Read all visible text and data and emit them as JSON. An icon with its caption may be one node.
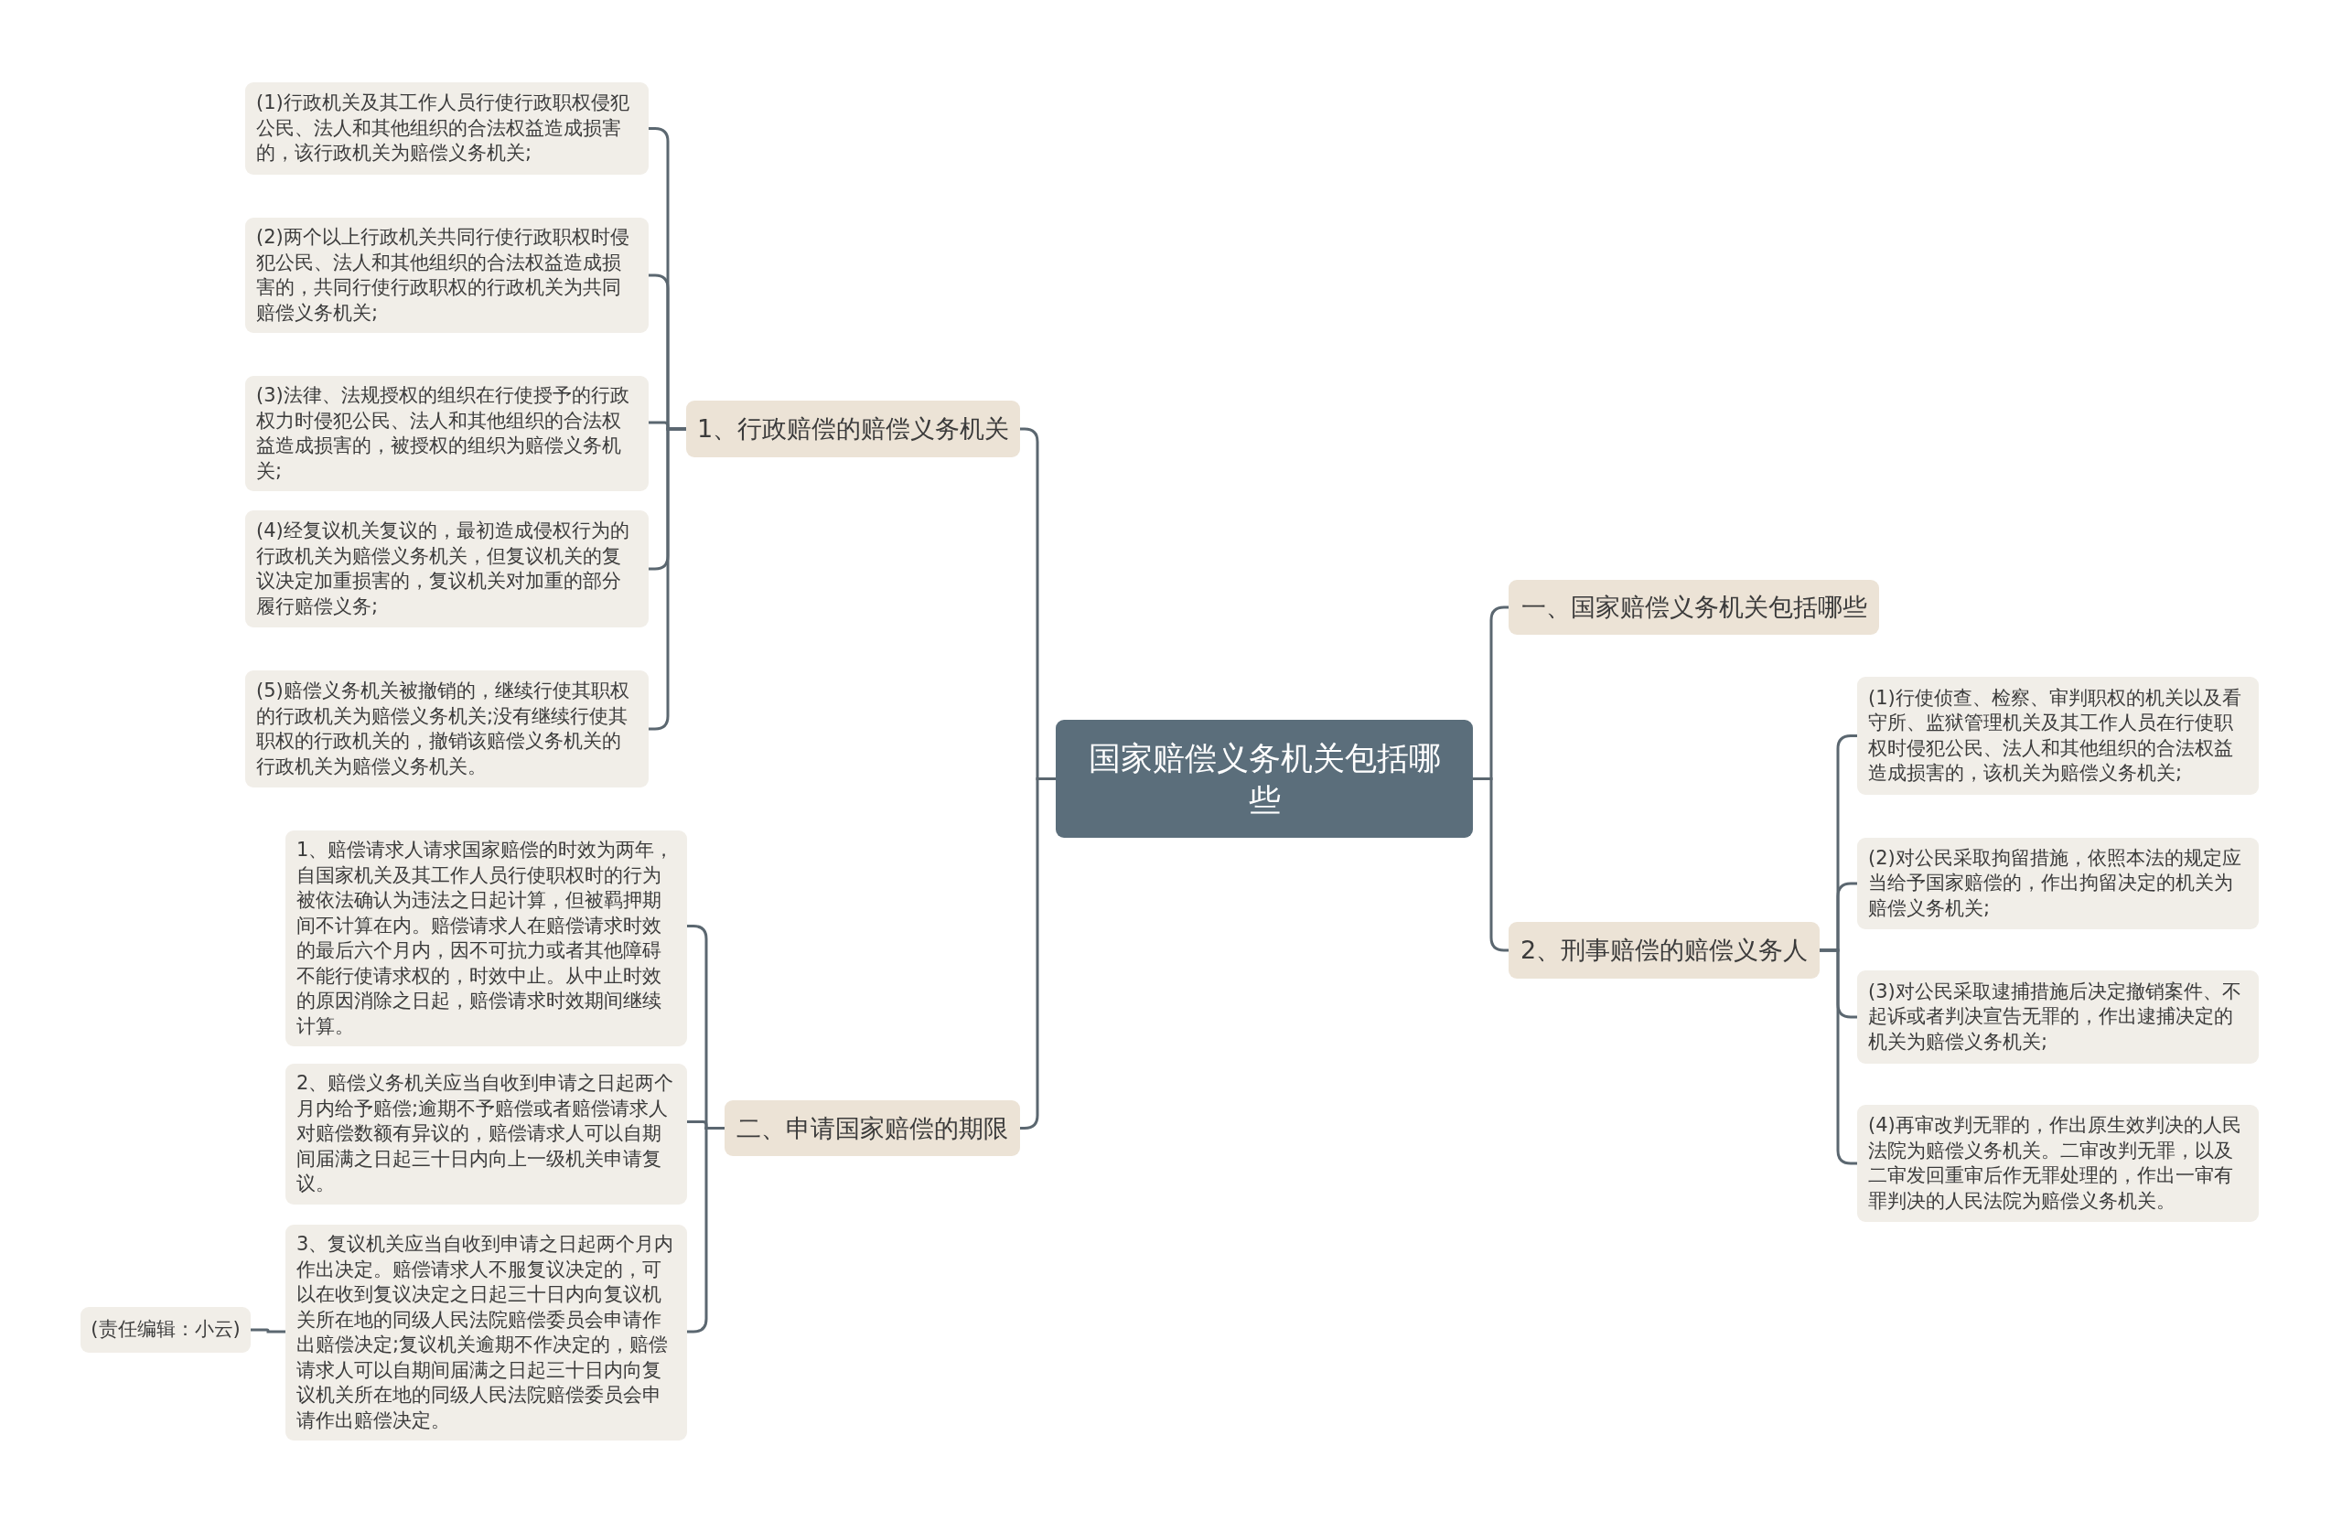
{
  "diagram": {
    "nodes": [
      {
        "text": [
          "国家赔偿义务机关包括哪些"
        ]
      },
      {
        "text": [
          "1、行政赔偿的赔偿义务机关"
        ]
      },
      {
        "text": [
          "(1)行政机关及其工作人员行使行政职权侵犯公民、法人和其他组织的合法权益造成损害的，该行政机关为赔偿义务机关;"
        ]
      },
      {
        "text": [
          "(2)两个以上行政机关共同行使行政职权时侵犯公民、法人和其他组织的合法权益造成损害的，共同行使行政职权的行政机关为共同赔偿义务机关;"
        ]
      },
      {
        "text": [
          "(3)法律、法规授权的组织在行使授予的行政权力时侵犯公民、法人和其他组织的合法权益造成损害的，被授权的组织为赔偿义务机关;"
        ]
      },
      {
        "text": [
          "(4)经复议机关复议的，最初造成侵权行为的行政机关为赔偿义务机关，但复议机关的复议决定加重损害的，复议机关对加重的部分履行赔偿义务;"
        ]
      },
      {
        "text": [
          "(5)赔偿义务机关被撤销的，继续行使其职权的行政机关为赔偿义务机关;没有继续行使其职权的行政机关的，撤销该赔偿义务机关的行政机关为赔偿义务机关。"
        ]
      },
      {
        "text": [
          "二、申请国家赔偿的期限"
        ]
      },
      {
        "text": [
          "1、赔偿请求人请求国家赔偿的时效为两年，自国家机关及其工作人员行使职权时的行为被依法确认为违法之日起计算，但被羁押期间不计算在内。赔偿请求人在赔偿请求时效的最后六个月内，因不可抗力或者其他障碍不能行使请求权的，时效中止。从中止时效的原因消除之日起，赔偿请求时效期间继续计算。"
        ]
      },
      {
        "text": [
          "2、赔偿义务机关应当自收到申请之日起两个月内给予赔偿;逾期不予赔偿或者赔偿请求人对赔偿数额有异议的，赔偿请求人可以自期间届满之日起三十日内向上一级机关申请复议。"
        ]
      },
      {
        "text": [
          "3、复议机关应当自收到申请之日起两个月内作出决定。赔偿请求人不服复议决定的，可以在收到复议决定之日起三十日内向复议机关所在地的同级人民法院赔偿委员会申请作出赔偿决定;复议机关逾期不作决定的，赔偿请求人可以自期间届满之日起三十日内向复议机关所在地的同级人民法院赔偿委员会申请作出赔偿决定。"
        ]
      },
      {
        "text": [
          "(责任编辑：小云)"
        ]
      },
      {
        "text": [
          "一、国家赔偿义务机关包括哪些"
        ]
      },
      {
        "text": [
          "2、刑事赔偿的赔偿义务人"
        ]
      },
      {
        "text": [
          "(1)行使侦查、检察、审判职权的机关以及看守所、监狱管理机关及其工作人员在行使职权时侵犯公民、法人和其他组织的合法权益造成损害的，该机关为赔偿义务机关;"
        ]
      },
      {
        "text": [
          "(2)对公民采取拘留措施，依照本法的规定应当给予国家赔偿的，作出拘留决定的机关为赔偿义务机关;"
        ]
      },
      {
        "text": [
          "(3)对公民采取逮捕措施后决定撤销案件、不起诉或者判决宣告无罪的，作出逮捕决定的机关为赔偿义务机关;"
        ]
      },
      {
        "text": [
          "(4)再审改判无罪的，作出原生效判决的人民法院为赔偿义务机关。二审改判无罪，以及二审发回重审后作无罪处理的，作出一审有罪判决的人民法院为赔偿义务机关。"
        ]
      }
    ],
    "edges": [
      {
        "from": 0,
        "to": 1,
        "arrow": "none"
      },
      {
        "from": 1,
        "to": 2,
        "arrow": "none"
      },
      {
        "from": 1,
        "to": 3,
        "arrow": "none"
      },
      {
        "from": 1,
        "to": 4,
        "arrow": "none"
      },
      {
        "from": 1,
        "to": 5,
        "arrow": "none"
      },
      {
        "from": 1,
        "to": 6,
        "arrow": "none"
      },
      {
        "from": 0,
        "to": 7,
        "arrow": "none"
      },
      {
        "from": 7,
        "to": 8,
        "arrow": "none"
      },
      {
        "from": 7,
        "to": 9,
        "arrow": "none"
      },
      {
        "from": 7,
        "to": 10,
        "arrow": "none"
      },
      {
        "from": 10,
        "to": 11,
        "arrow": "none"
      },
      {
        "from": 0,
        "to": 12,
        "arrow": "none"
      },
      {
        "from": 0,
        "to": 13,
        "arrow": "none"
      },
      {
        "from": 13,
        "to": 14,
        "arrow": "none"
      },
      {
        "from": 13,
        "to": 15,
        "arrow": "none"
      },
      {
        "from": 13,
        "to": 16,
        "arrow": "none"
      },
      {
        "from": 13,
        "to": 17,
        "arrow": "none"
      }
    ]
  }
}
